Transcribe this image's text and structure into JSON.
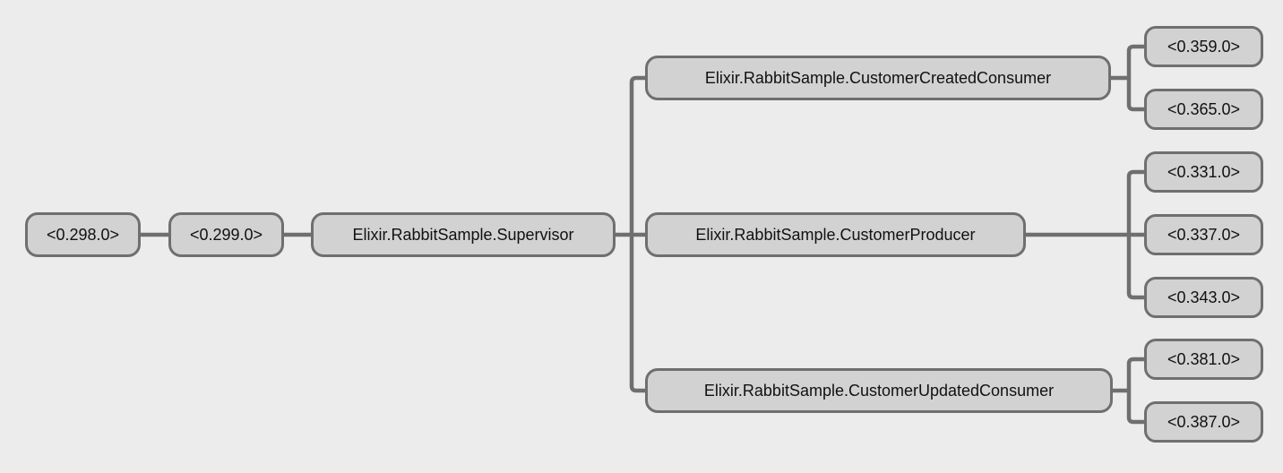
{
  "tree": {
    "root_chain": [
      {
        "label": "<0.298.0>"
      },
      {
        "label": "<0.299.0>"
      },
      {
        "label": "Elixir.RabbitSample.Supervisor"
      }
    ],
    "branches": [
      {
        "label": "Elixir.RabbitSample.CustomerCreatedConsumer",
        "children": [
          {
            "label": "<0.359.0>"
          },
          {
            "label": "<0.365.0>"
          }
        ]
      },
      {
        "label": "Elixir.RabbitSample.CustomerProducer",
        "children": [
          {
            "label": "<0.331.0>"
          },
          {
            "label": "<0.337.0>"
          },
          {
            "label": "<0.343.0>"
          }
        ]
      },
      {
        "label": "Elixir.RabbitSample.CustomerUpdatedConsumer",
        "children": [
          {
            "label": "<0.381.0>"
          },
          {
            "label": "<0.387.0>"
          }
        ]
      }
    ]
  },
  "colors": {
    "background": "#ececec",
    "node_fill": "#d2d2d2",
    "node_border": "#6f6f6f",
    "connector": "#6f6f6f",
    "text": "#111111"
  }
}
